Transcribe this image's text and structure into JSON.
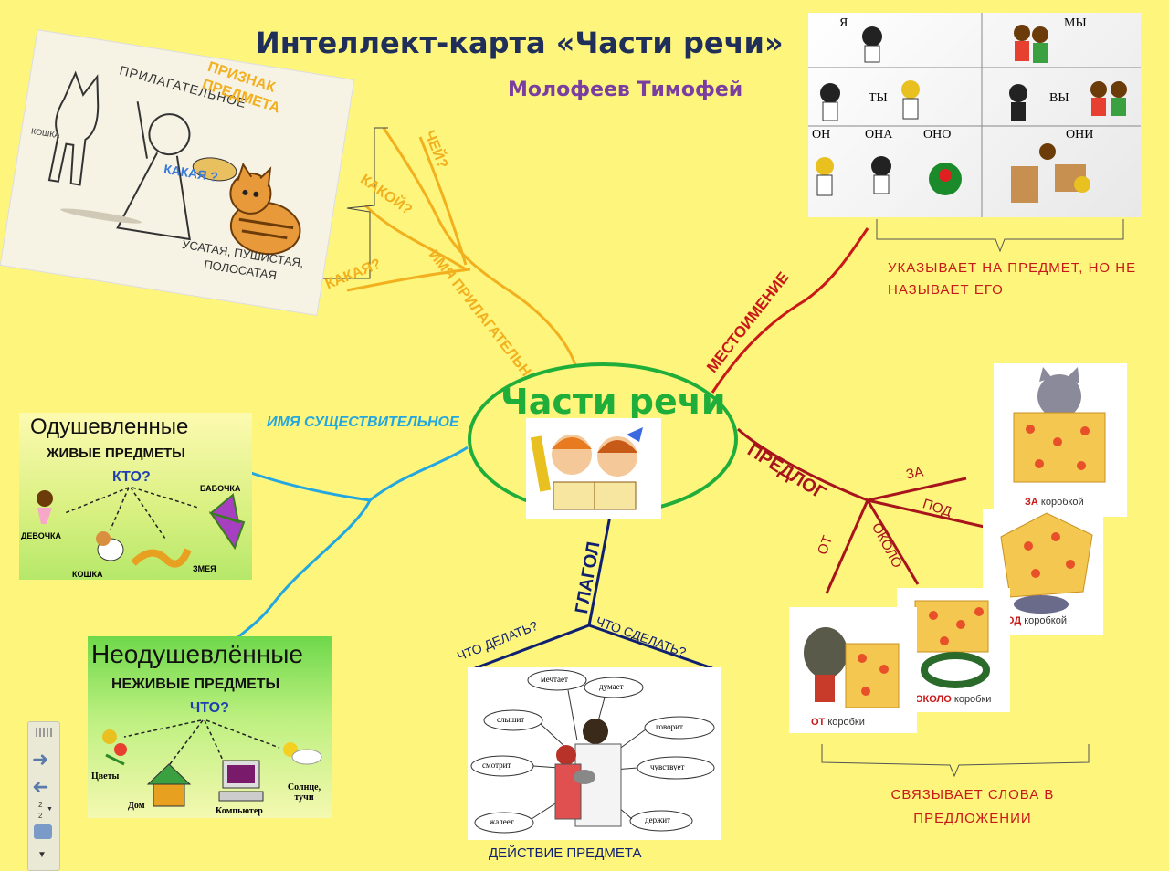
{
  "title": "Интеллект-карта «Части речи»",
  "author": "Молофеев Тимофей",
  "center": "Части речи",
  "adjective": {
    "branch": "ИМЯ ПРИЛАГАТЕЛЬНОЕ",
    "q1": "ЧЕЙ?",
    "q2": "КАКОЙ?",
    "q3": "КАКАЯ?",
    "label": "ПРИЗНАК ПРЕДМЕТА",
    "pic_word": "ПРИЛАГАТЕЛЬНОЕ",
    "pic_q": "КАКАЯ ?",
    "pic_answer": "УСАТАЯ, ПУШИСТАЯ, ПОЛОСАТАЯ",
    "pic_cat": "КОШКА"
  },
  "pronoun": {
    "branch": "МЕСТОИМЕНИЕ",
    "note": "УКАЗЫВАЕТ  НА ПРЕДМЕТ, НО НЕ НАЗЫВАЕТ ЕГО",
    "cells": [
      "Я",
      "МЫ",
      "ТЫ",
      "ВЫ",
      "ОН",
      "ОНА",
      "ОНО",
      "ОНИ"
    ]
  },
  "noun": {
    "branch": "ИМЯ СУЩЕСТВИТЕЛЬНОЕ",
    "animate": {
      "title": "Одушевленные",
      "subtitle": "ЖИВЫЕ ПРЕДМЕТЫ",
      "q": "КТО?",
      "items": [
        "ДЕВОЧКА",
        "КОШКА",
        "ЗМЕЯ",
        "БАБОЧКА"
      ]
    },
    "inanimate": {
      "title": "Неодушевлённые",
      "subtitle": "НЕЖИВЫЕ ПРЕДМЕТЫ",
      "q": "ЧТО?",
      "items": [
        "Цветы",
        "Дом",
        "Компьютер",
        "Солнце, тучи"
      ]
    }
  },
  "verb": {
    "branch": "ГЛАГОЛ",
    "q1": "ЧТО ДЕЛАТЬ?",
    "q2": "ЧТО СДЕЛАТЬ?",
    "label": "ДЕЙСТВИЕ ПРЕДМЕТА",
    "actions": [
      "мечтает",
      "думает",
      "слышит",
      "говорит",
      "смотрит",
      "чувствует",
      "жалеет",
      "держит"
    ]
  },
  "preposition": {
    "branch": "ПРЕДЛОГ",
    "words": [
      "ЗА",
      "ПОД",
      "ОКОЛО",
      "ОТ"
    ],
    "note": "СВЯЗЫВАЕТ СЛОВА В ПРЕДЛОЖЕНИИ",
    "pics": [
      {
        "bold": "ЗА",
        "rest": " коробкой"
      },
      {
        "bold": "ПОД",
        "rest": " коробкой"
      },
      {
        "bold": "ОКОЛО",
        "rest": " коробки"
      },
      {
        "bold": "ОТ",
        "rest": " коробки"
      }
    ]
  },
  "side_panel": {
    "page": "2",
    "total": "2"
  },
  "colors": {
    "background": "#fdf57c",
    "adjective": "#f2b01e",
    "pronoun": "#c81818",
    "noun": "#23a7e0",
    "verb": "#102070",
    "center": "#1fae3a"
  }
}
